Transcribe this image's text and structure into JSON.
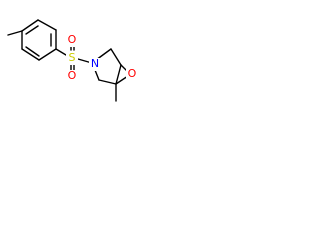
{
  "molecule": {
    "atoms": [
      {
        "id": "S",
        "label": "S",
        "color": "#cccc00"
      },
      {
        "id": "O1",
        "label": "O",
        "color": "#ff0000"
      },
      {
        "id": "O2",
        "label": "O",
        "color": "#ff0000"
      },
      {
        "id": "N",
        "label": "N",
        "color": "#0000ff"
      },
      {
        "id": "O3",
        "label": "O",
        "color": "#ff0000"
      }
    ]
  }
}
